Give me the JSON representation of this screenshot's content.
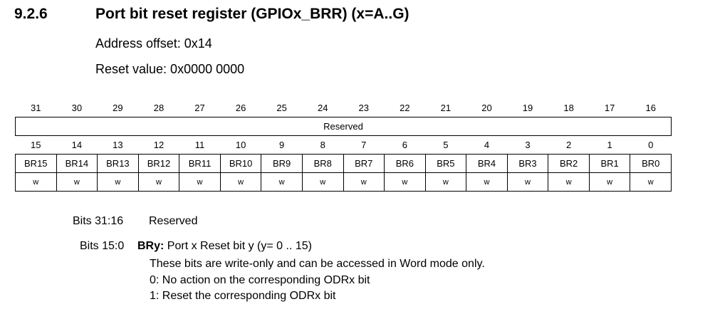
{
  "heading": {
    "number": "9.2.6",
    "title": "Port bit reset register (GPIOx_BRR) (x=A..G)"
  },
  "address_offset": "Address offset: 0x14",
  "reset_value": "Reset value: 0x0000 0000",
  "register": {
    "upper_bit_numbers": [
      "31",
      "30",
      "29",
      "28",
      "27",
      "26",
      "25",
      "24",
      "23",
      "22",
      "21",
      "20",
      "19",
      "18",
      "17",
      "16"
    ],
    "upper_field": "Reserved",
    "lower_bit_numbers": [
      "15",
      "14",
      "13",
      "12",
      "11",
      "10",
      "9",
      "8",
      "7",
      "6",
      "5",
      "4",
      "3",
      "2",
      "1",
      "0"
    ],
    "lower_fields": [
      "BR15",
      "BR14",
      "BR13",
      "BR12",
      "BR11",
      "BR10",
      "BR9",
      "BR8",
      "BR7",
      "BR6",
      "BR5",
      "BR4",
      "BR3",
      "BR2",
      "BR1",
      "BR0"
    ],
    "lower_access": [
      "w",
      "w",
      "w",
      "w",
      "w",
      "w",
      "w",
      "w",
      "w",
      "w",
      "w",
      "w",
      "w",
      "w",
      "w",
      "w"
    ]
  },
  "bit_descriptions": {
    "bits_31_16": {
      "label": "Bits 31:16",
      "text": "Reserved"
    },
    "bits_15_0": {
      "label": "Bits 15:0",
      "name": "BRy:",
      "text": " Port x Reset bit y (y= 0 .. 15)",
      "lines": [
        "These bits are write-only and can be accessed in Word mode only.",
        "0: No action on the corresponding ODRx bit",
        "1: Reset the corresponding ODRx bit"
      ]
    }
  }
}
